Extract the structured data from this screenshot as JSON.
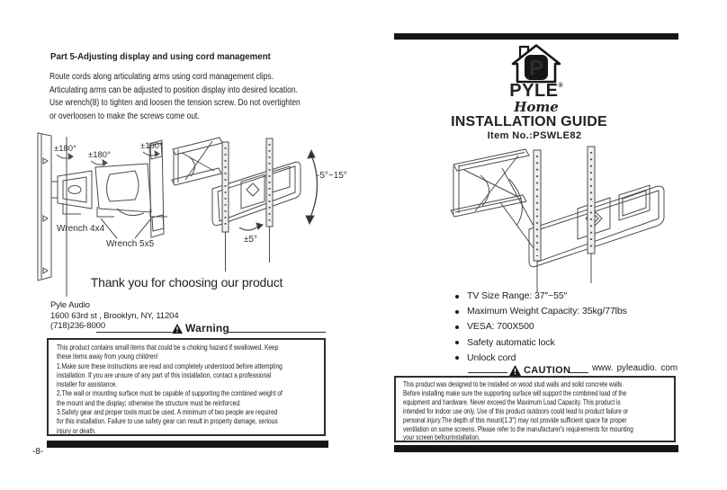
{
  "left_page": {
    "heading": "Part 5-Adjusting display and using cord management",
    "body": "Route cords along articulating arms using cord management clips.\nArticulating arms can be adjusted to position display into desired location.\nUse wrench(8) to tighten and loosen the tension screw. Do not overtighten\nor overloosen to make the screws come out.",
    "diagram": {
      "rotation_label_1": "±180°",
      "rotation_label_2": "±180°",
      "rotation_label_3": "±180°",
      "wrench_label_1": "Wrench 4x4",
      "wrench_label_2": "Wrench 5x5",
      "tilt_label": "-5°~15°",
      "swivel_label": "±5°"
    },
    "thanks": "Thank you for choosing our product",
    "company": {
      "name": "Pyle Audio",
      "address": "1600 63rd st , Brooklyn, NY, 11204",
      "phone": "(718)236-8000"
    },
    "warning": {
      "title": "Warning",
      "text": "This product contains small items that could be a choking hazard if swallowed. Keep\nthese items away from young children!\n1.Make sure these instructions are read and completely understood before attempting\ninstallation. If you are unsure of any part of this installation, contact a professional\ninstaller for assistance.\n2.The wall or mounting surface must be capable of supporting the combined weight of\nthe mount and the display; otherwise the structure must be reinforced.\n3.Safety gear and proper tools must be used. A minimum of two people are required\nfor this installation. Failure to use safety gear can result in property damage, serious\ninjury or death."
    },
    "page_number": "-8-"
  },
  "right_page": {
    "logo": {
      "letter": "P",
      "brand": "PYLE",
      "registered": "®",
      "sub_brand": "Home"
    },
    "title": "INSTALLATION GUIDE",
    "item_no": "Item No.:PSWLE82",
    "specs": [
      "TV Size Range: 37″~55″",
      "Maximum Weight Capacity: 35kg/77lbs",
      "VESA: 700X500",
      "Safety automatic lock",
      "Unlock cord"
    ],
    "website": "www. pyleaudio. com",
    "caution": {
      "title": "CAUTION",
      "text": "This product was designed to be installed on wood stud walls and solid concrete walls.\nBefore installing make sure the supporting surface will support the combined load of the\nequipment and hardware. Never exceed the Maximum Load Capacity. This product is\nintended for indoor use only. Use of this product outdoors could lead to product failure or\npersonal injury.The depth of this mount(1.3″) may not provide sufficient space for proper\nventilation on some screens. Please refer to the manufacturer's requirements for mounting\nyour screen befourinstallation."
    }
  },
  "colors": {
    "ink": "#222222",
    "diagram_line": "#4c4c4c",
    "bar": "#161616"
  }
}
